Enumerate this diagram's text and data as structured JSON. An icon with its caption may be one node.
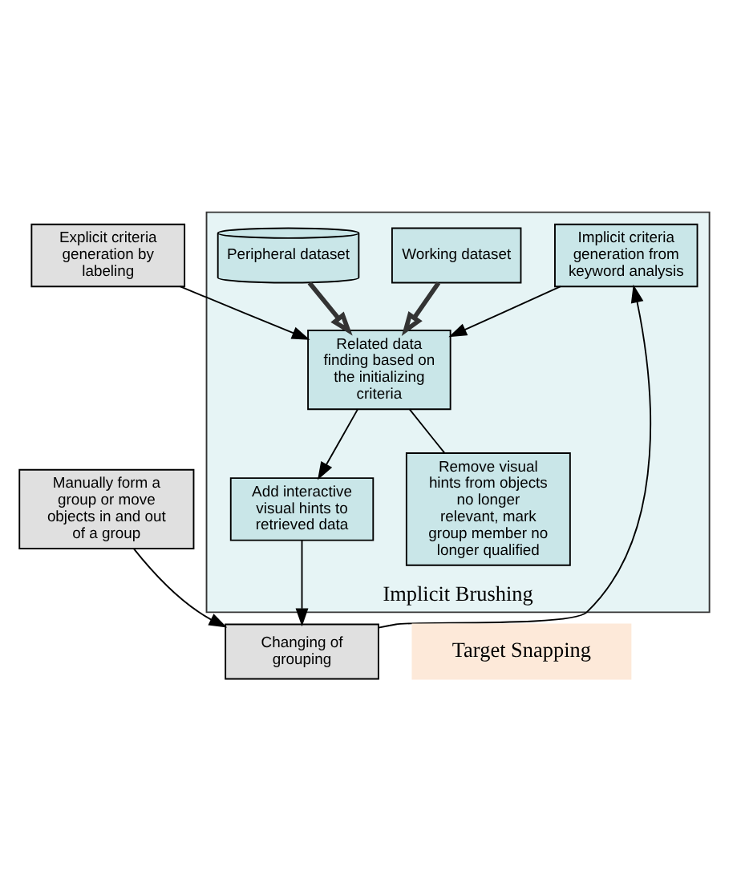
{
  "diagram": {
    "nodes": [
      {
        "text": [
          "Manually form a group or move objects in and out of a group"
        ]
      },
      {
        "text": [
          "Changing of grouping"
        ]
      },
      {
        "text": [
          "Target Snapping"
        ]
      },
      {
        "text": [
          "Implicit Brushing"
        ]
      },
      {
        "text": [
          "Implicit criteria generation from keyword analysis"
        ],
        "in": 3
      },
      {
        "text": [
          "Related data finding based on the initializing criteria"
        ],
        "in": 3
      },
      {
        "text": [
          "Add interactive visual hints to retrieved data"
        ],
        "in": 3
      },
      {
        "text": [
          "Working dataset"
        ],
        "in": 3
      },
      {
        "text": [
          "Peripheral dataset"
        ],
        "in": 3
      },
      {
        "text": [
          "Remove visual hints from objects no longer relevant, mark group member no longer qualified"
        ],
        "in": 3
      },
      {
        "text": [
          "Explicit criteria generation by labeling"
        ]
      }
    ],
    "edges": [
      {
        "from": 0,
        "to": 1,
        "arrow": "to"
      },
      {
        "from": 1,
        "to": 4,
        "arrow": "to"
      },
      {
        "from": 4,
        "to": 5,
        "arrow": "to"
      },
      {
        "from": 5,
        "to": 6,
        "arrow": "to"
      },
      {
        "from": 6,
        "to": 1,
        "arrow": "to"
      },
      {
        "from": 5,
        "to": 9,
        "arrow": "none"
      },
      {
        "from": 7,
        "to": 5,
        "arrow": "to",
        "style": "thick"
      },
      {
        "from": 8,
        "to": 5,
        "arrow": "to",
        "style": "thick"
      },
      {
        "from": 10,
        "to": 5,
        "arrow": "to"
      }
    ]
  }
}
